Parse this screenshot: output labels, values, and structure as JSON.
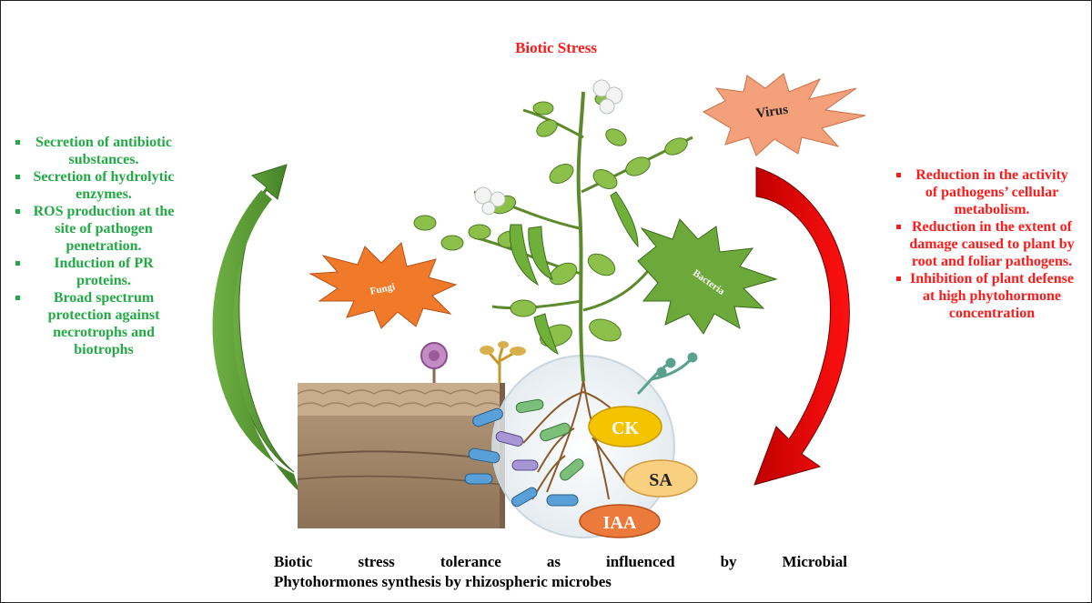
{
  "title": "Biotic Stress",
  "left_list": [
    "Secretion of antibiotic substances.",
    "Secretion of hydrolytic enzymes.",
    "ROS production at the site of pathogen penetration.",
    "Induction of PR proteins.",
    "Broad spectrum protection against necrotrophs and biotrophs"
  ],
  "right_list": [
    "Reduction in the activity of pathogens’ cellular metabolism.",
    "Reduction in the extent of damage caused to plant by root and foliar pathogens.",
    "Inhibition of plant defense at high phytohormone concentration"
  ],
  "pathogens": {
    "virus": "Virus",
    "fungi": "Fungi",
    "bacteria": "Bacteria"
  },
  "hormones": {
    "ck": "CK",
    "sa": "SA",
    "iaa": "IAA"
  },
  "caption": {
    "line1": "Biotic stress tolerance as influenced by Microbial",
    "line2": "Phytohormones synthesis by rhizospheric microbes"
  },
  "colors": {
    "left_text": "#22aa44",
    "right_text": "#ff1a1a",
    "left_arrow": "#5a9a35",
    "right_arrow": "#e00000",
    "virus": "#f4a07a",
    "fungi": "#f07a2a",
    "bacteria": "#6ca83a",
    "ck": "#f5c400",
    "sa": "#f9cf80",
    "iaa": "#ec7a3a"
  }
}
